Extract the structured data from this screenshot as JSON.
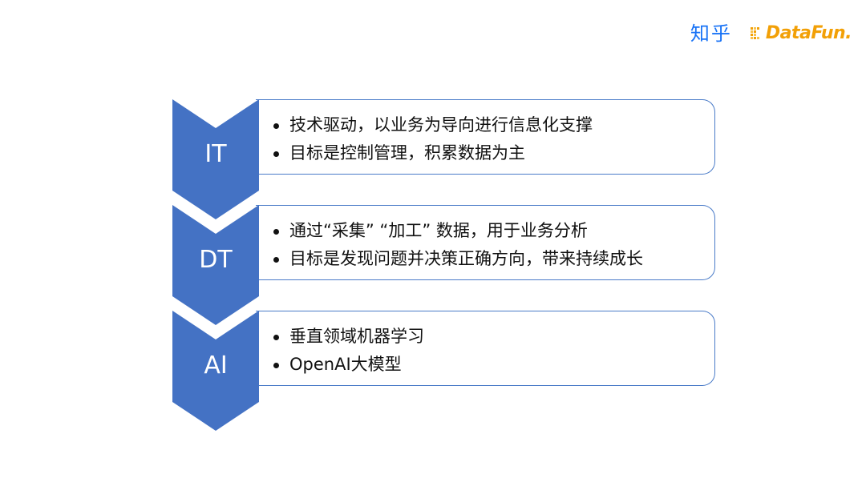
{
  "brand": {
    "zhihu_label": "知乎",
    "datafun_label": "DataFun."
  },
  "rows": [
    {
      "label": "IT",
      "bullets": [
        "技术驱动，以业务为导向进行信息化支撑",
        "目标是控制管理，积累数据为主"
      ]
    },
    {
      "label": "DT",
      "bullets": [
        "通过“采集” “加工” 数据，用于业务分析",
        "目标是发现问题并决策正确方向，带来持续成长"
      ]
    },
    {
      "label": "AI",
      "bullets": [
        "垂直领域机器学习",
        "OpenAI大模型"
      ]
    }
  ],
  "colors": {
    "chevron_fill": "#4472c4",
    "card_border": "#4a7bc8",
    "zhihu_blue": "#1772f6",
    "datafun_orange": "#f2a007",
    "text": "#111111"
  },
  "icons": {
    "datafun_mark": "datafun-logo-icon"
  }
}
